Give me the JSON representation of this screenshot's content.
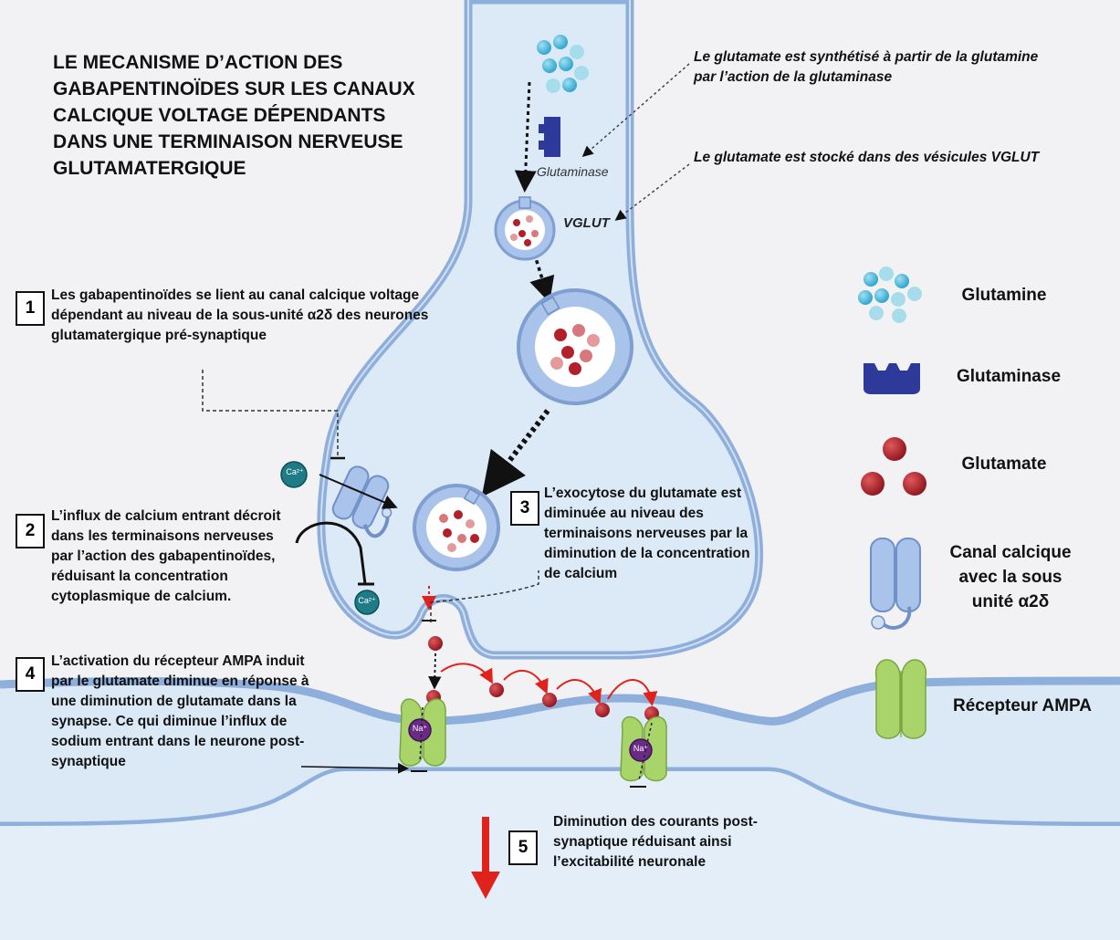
{
  "title": "LE MECANISME D’ACTION DES GABAPENTINOÏDES SUR LES CANAUX CALCIQUE VOLTAGE DÉPENDANTS DANS UNE TERMINAISON NERVEUSE GLUTAMATERGIQUE",
  "notes": {
    "synthesis": "Le glutamate est synthétisé à partir de la glutamine par l’action de la glutaminase",
    "storage": "Le glutamate est stocké dans des vésicules VGLUT"
  },
  "labels": {
    "glutaminase": "Glutaminase",
    "vglut": "VGLUT",
    "ca": "Ca²⁺",
    "na": "Na⁺"
  },
  "steps": [
    {
      "num": "1",
      "text": "Les gabapentinoïdes se lient au canal calcique voltage dépendant au niveau de la sous-unité α2δ des neurones glutamatergique pré-synaptique"
    },
    {
      "num": "2",
      "text": "L’influx de calcium entrant décroit dans les terminaisons nerveuses par l’action des gabapentinoïdes, réduisant la concentration cytoplasmique de calcium."
    },
    {
      "num": "3",
      "text": "L’exocytose du glutamate est diminuée au niveau des terminaisons nerveuses par la diminution de la concentration de calcium"
    },
    {
      "num": "4",
      "text": "L’activation du récepteur AMPA induit par le glutamate diminue en réponse à une diminution de glutamate dans la synapse. Ce qui diminue l’influx de sodium entrant dans le neurone post-synaptique"
    },
    {
      "num": "5",
      "text": "Diminution des courants post-synaptique réduisant ainsi l’excitabilité neuronale"
    }
  ],
  "legend": [
    {
      "label": "Glutamine",
      "icon": "glutamine-icon"
    },
    {
      "label": "Glutaminase",
      "icon": "glutaminase-icon"
    },
    {
      "label": "Glutamate",
      "icon": "glutamate-icon"
    },
    {
      "label": "Canal calcique avec la sous unité α2δ",
      "icon": "calcium-channel-icon"
    },
    {
      "label": "Récepteur AMPA",
      "icon": "ampa-receptor-icon"
    }
  ],
  "colors": {
    "membrane": "#8eaedc",
    "cytoplasm": "#dce9f7",
    "glutamine": "#5cc0e0",
    "glutaminase": "#2e3a9a",
    "glutamate": "#b3202a",
    "channel": "#a9c3ea",
    "ampa": "#a8d46a",
    "calcium": "#1f7b86",
    "sodium": "#6a2a86",
    "arrow_red": "#e0221c"
  }
}
